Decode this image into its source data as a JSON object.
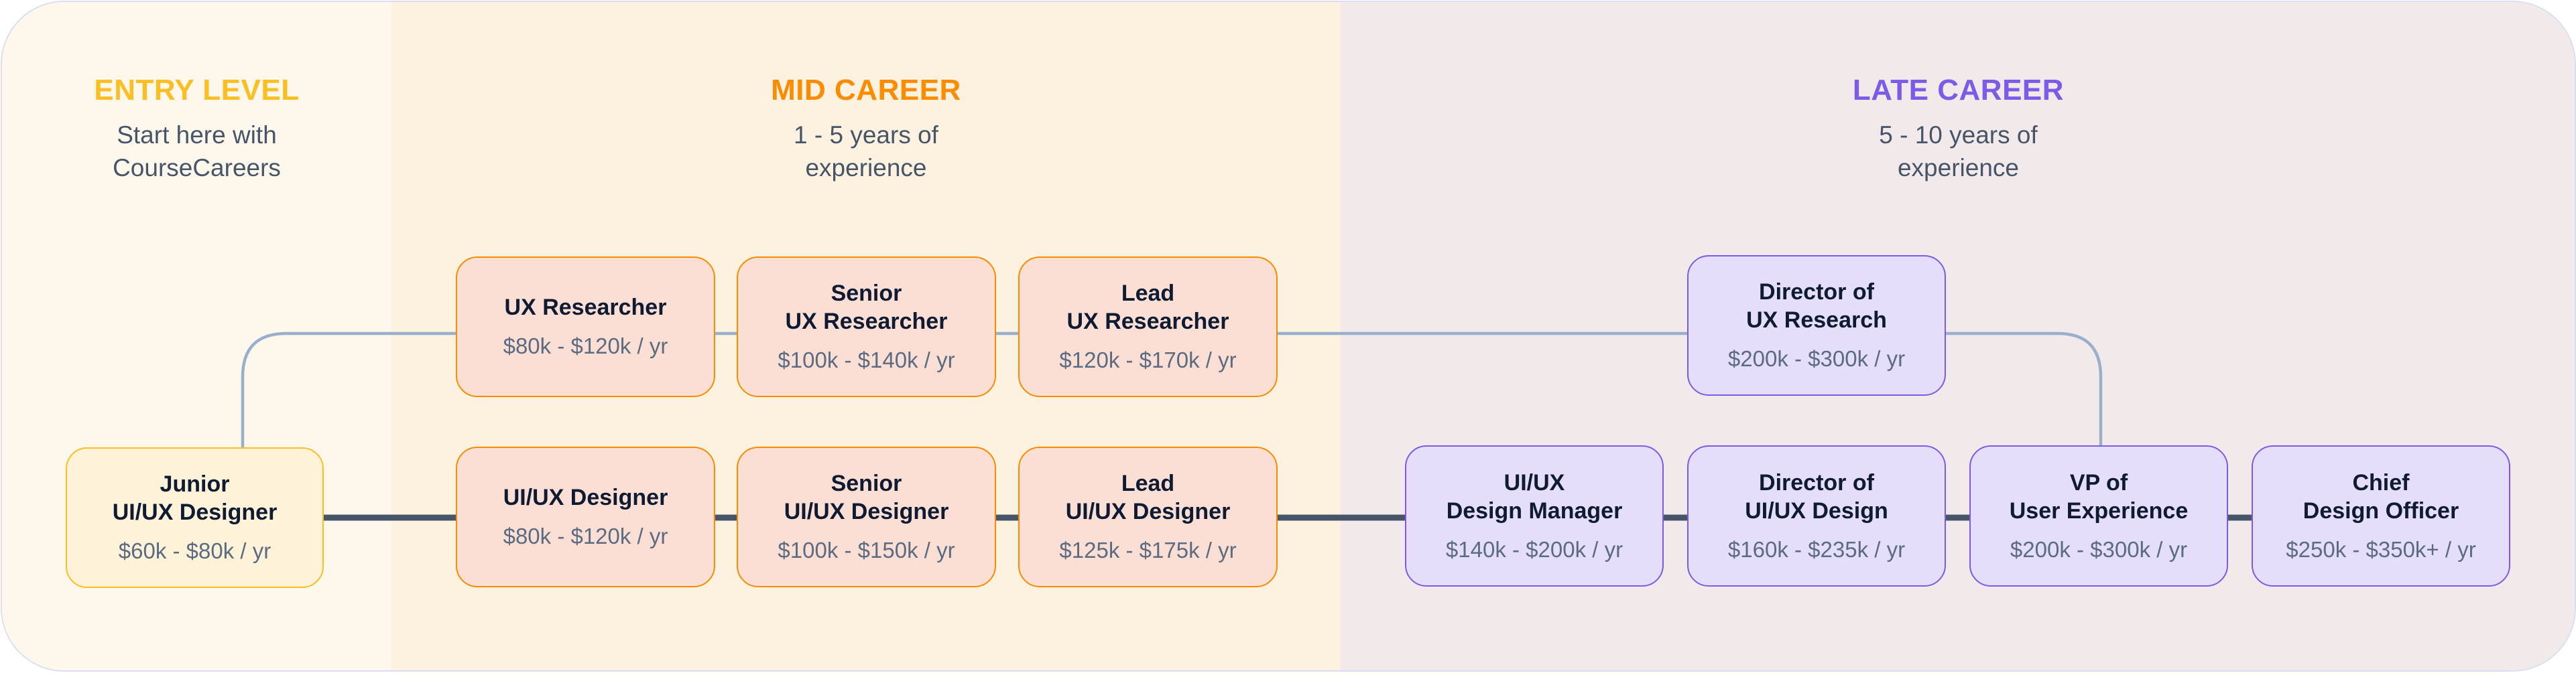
{
  "theme": {
    "entry": {
      "accent": "#FBBF24",
      "background": "#FEF8EC",
      "node_fill": "#FEF2D8",
      "node_border": "#FBBF24"
    },
    "mid": {
      "accent": "#FB8C00",
      "background": "#FDF1E0",
      "node_fill": "#FCDFD4",
      "node_border": "#FB8C00"
    },
    "late": {
      "accent": "#7C5CE6",
      "background": "#F2E9EA",
      "node_fill": "#E4DEFA",
      "node_border": "#7C5CE6"
    },
    "main_track_color": "#475569",
    "research_track_color": "#9AAFCB"
  },
  "stages": {
    "entry": {
      "title": "ENTRY LEVEL",
      "subtitle": "Start here with CourseCareers"
    },
    "mid": {
      "title": "MID CAREER",
      "subtitle": "1 - 5 years of experience"
    },
    "late": {
      "title": "LATE CAREER",
      "subtitle": "5 - 10 years of experience"
    }
  },
  "nodes": {
    "junior": {
      "role": "Junior\nUI/UX Designer",
      "pay": "$60k - $80k / yr"
    },
    "ux_researcher": {
      "role": "UX Researcher",
      "pay": "$80k - $120k / yr"
    },
    "senior_ux_researcher": {
      "role": "Senior\nUX Researcher",
      "pay": "$100k - $140k / yr"
    },
    "lead_ux_researcher": {
      "role": "Lead\nUX Researcher",
      "pay": "$120k - $170k / yr"
    },
    "director_ux_research": {
      "role": "Director of\nUX Research",
      "pay": "$200k - $300k / yr"
    },
    "uiux_designer": {
      "role": "UI/UX Designer",
      "pay": "$80k - $120k / yr"
    },
    "senior_uiux_designer": {
      "role": "Senior\nUI/UX Designer",
      "pay": "$100k - $150k / yr"
    },
    "lead_uiux_designer": {
      "role": "Lead\nUI/UX Designer",
      "pay": "$125k - $175k / yr"
    },
    "design_manager": {
      "role": "UI/UX\nDesign Manager",
      "pay": "$140k - $200k / yr"
    },
    "director_uiux_design": {
      "role": "Director of\nUI/UX Design",
      "pay": "$160k - $235k / yr"
    },
    "vp_user_experience": {
      "role": "VP of\nUser Experience",
      "pay": "$200k - $300k / yr"
    },
    "chief_design_officer": {
      "role": "Chief\nDesign Officer",
      "pay": "$250k - $350k+ / yr"
    }
  }
}
